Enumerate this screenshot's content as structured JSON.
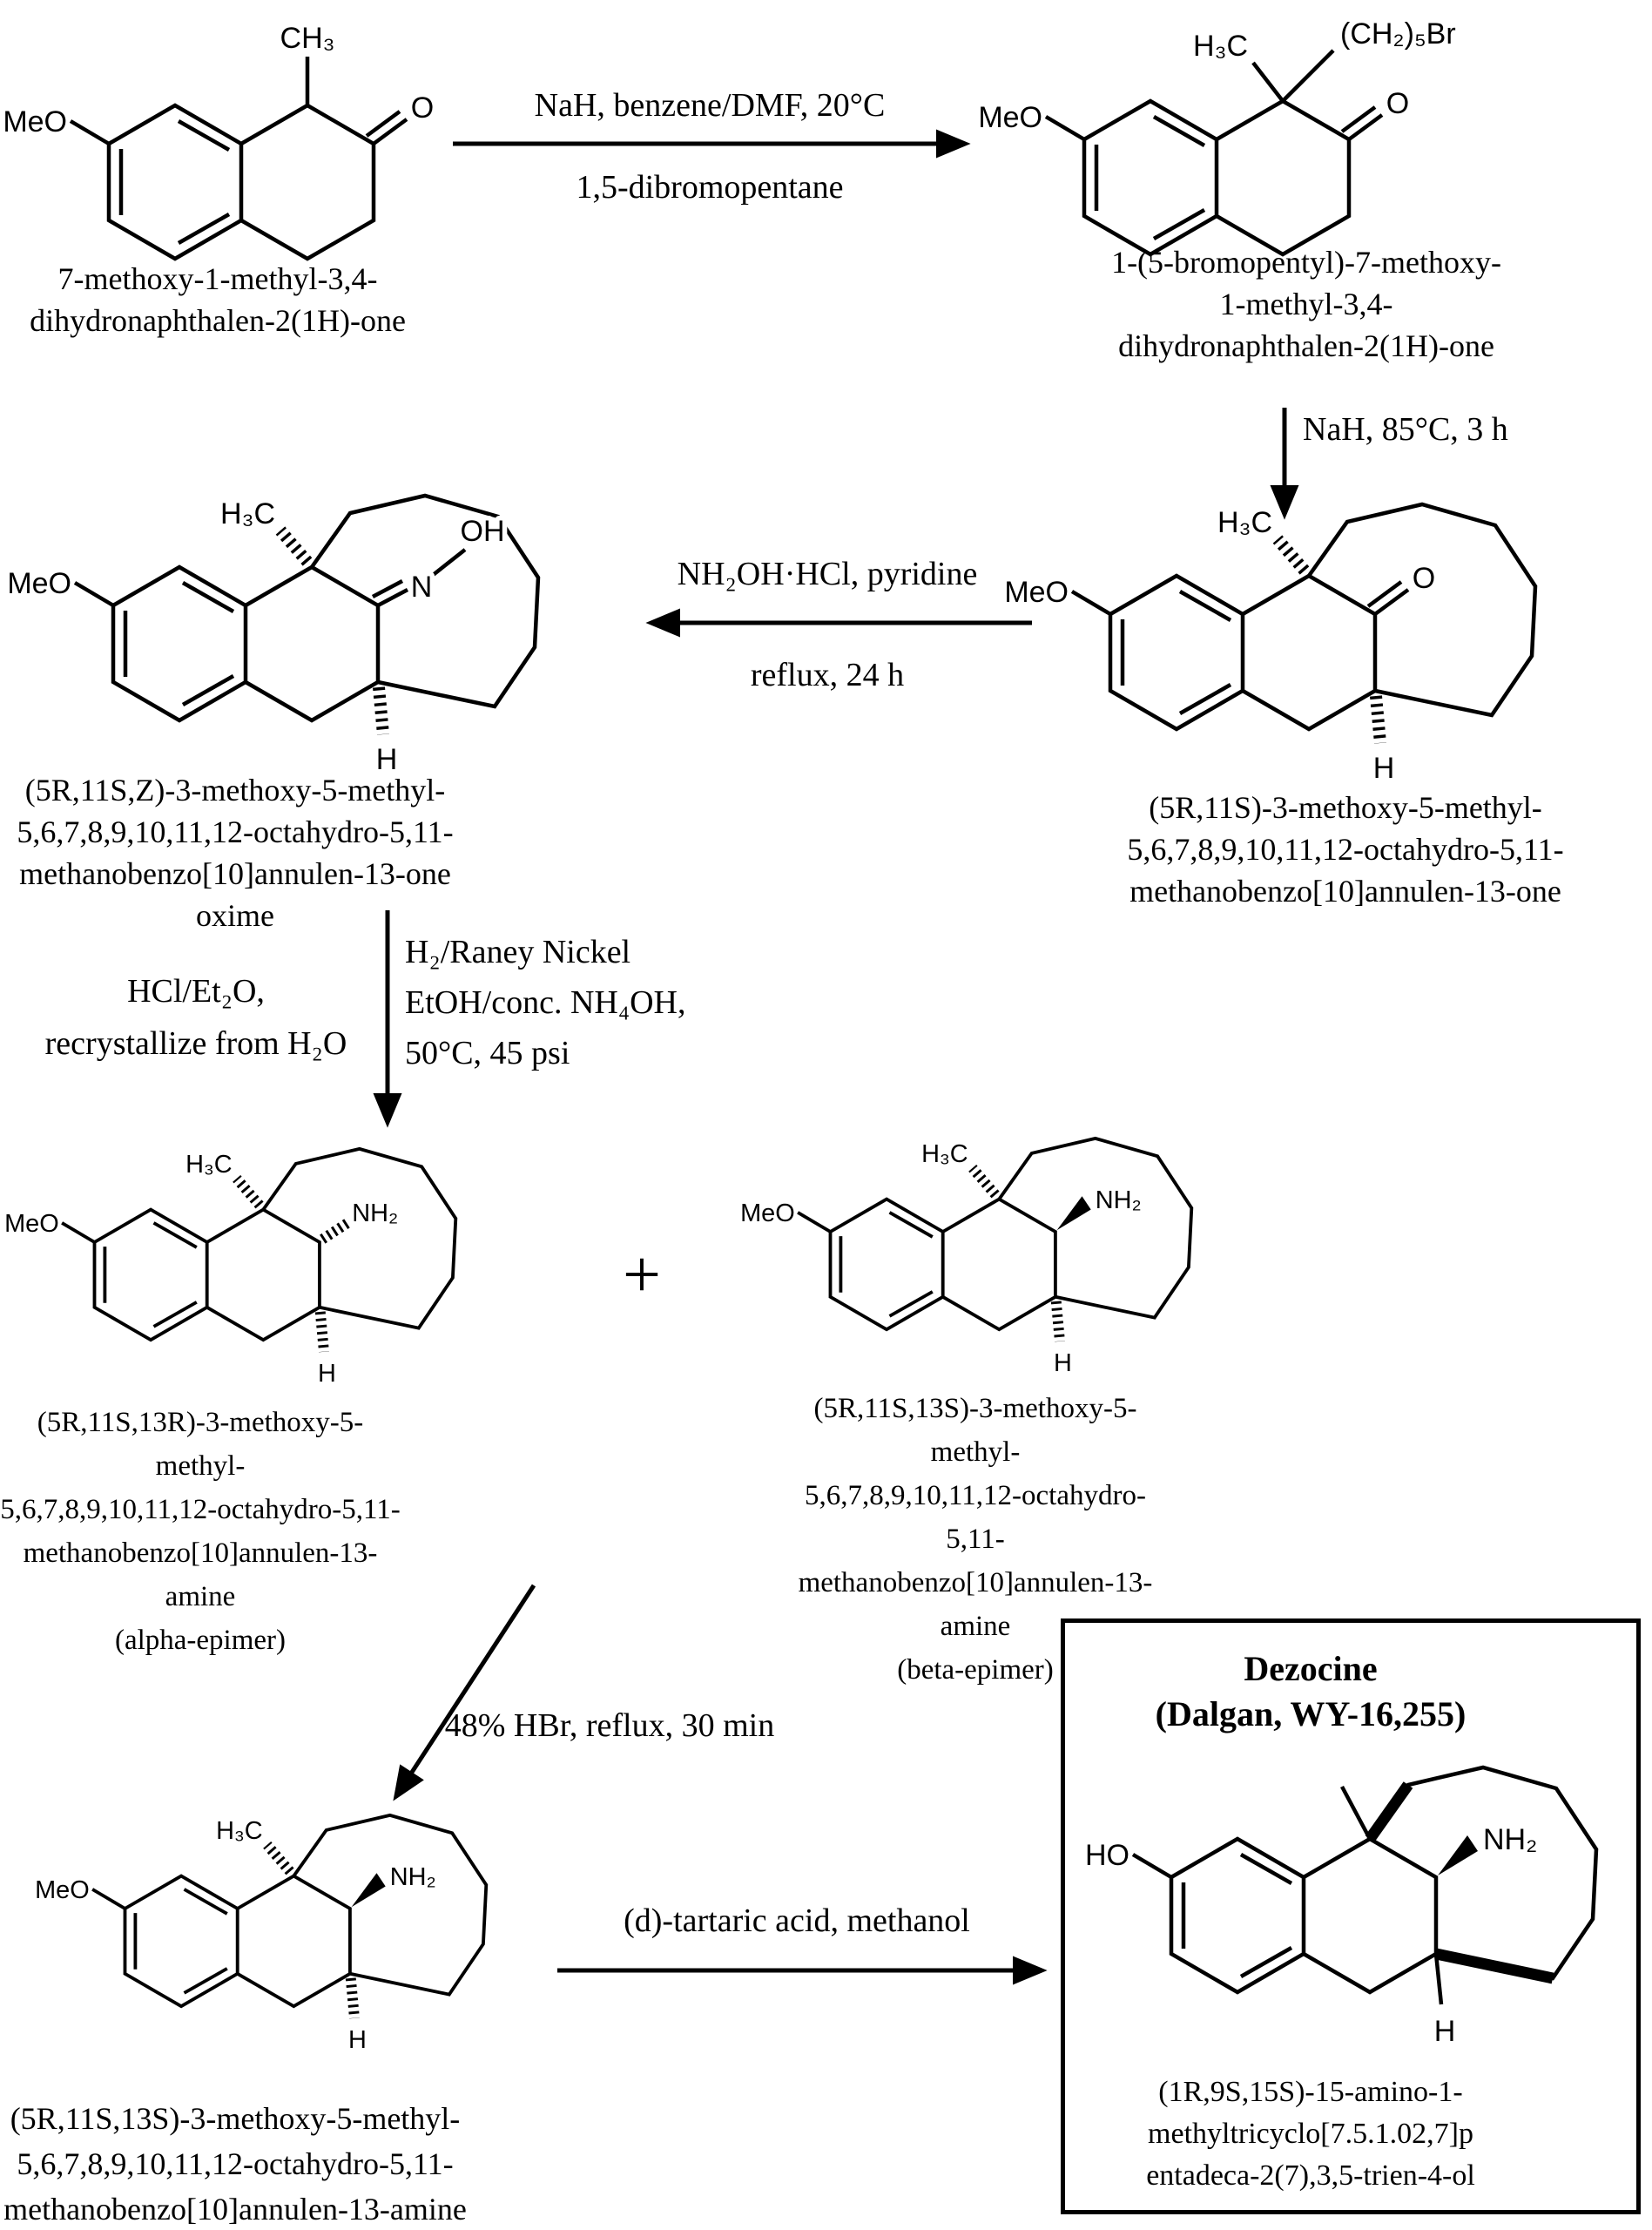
{
  "background": "#ffffff",
  "ink": "#000000",
  "plus_sign": "+",
  "compounds": {
    "c1": {
      "name_lines": [
        "7-methoxy-1-methyl-3,4-",
        "dihydronaphthalen-2(1H)-one"
      ]
    },
    "c2": {
      "name_lines": [
        "1-(5-bromopentyl)-7-methoxy-",
        "1-methyl-3,4-",
        "dihydronaphthalen-2(1H)-one"
      ]
    },
    "c3": {
      "name_lines": [
        "(5R,11S)-3-methoxy-5-methyl-",
        "5,6,7,8,9,10,11,12-octahydro-5,11-",
        "methanobenzo[10]annulen-13-one"
      ]
    },
    "c4": {
      "name_lines": [
        "(5R,11S,Z)-3-methoxy-5-methyl-",
        "5,6,7,8,9,10,11,12-octahydro-5,11-",
        "methanobenzo[10]annulen-13-one oxime"
      ]
    },
    "c5": {
      "name_lines": [
        "(5R,11S,13R)-3-methoxy-5-methyl-",
        "5,6,7,8,9,10,11,12-octahydro-5,11-",
        "methanobenzo[10]annulen-13-amine",
        "(alpha-epimer)"
      ]
    },
    "c6": {
      "name_lines": [
        "(5R,11S,13S)-3-methoxy-5-methyl-",
        "5,6,7,8,9,10,11,12-octahydro-5,11-",
        "methanobenzo[10]annulen-13-amine",
        "(beta-epimer)"
      ]
    },
    "c7": {
      "name_lines": [
        "(5R,11S,13S)-3-methoxy-5-methyl-",
        "5,6,7,8,9,10,11,12-octahydro-5,11-",
        "methanobenzo[10]annulen-13-amine"
      ]
    },
    "c8": {
      "title": "Dezocine",
      "subtitle": "(Dalgan, WY-16,255)",
      "name_lines": [
        "(1R,9S,15S)-15-amino-1-",
        "methyltricyclo[7.5.1.02,7]p",
        "entadeca-2(7),3,5-trien-4-ol"
      ]
    }
  },
  "atoms": {
    "s1": {
      "meo": "MeO",
      "ch3": "CH₃",
      "o": "O"
    },
    "s2": {
      "meo": "MeO",
      "h3c": "H₃C",
      "chain": "(CH₂)₅Br",
      "o": "O"
    },
    "s3": {
      "meo": "MeO",
      "h3c": "H₃C",
      "o": "O",
      "h": "H"
    },
    "s4": {
      "meo": "MeO",
      "h3c": "H₃C",
      "n": "N",
      "oh": "OH",
      "h": "H"
    },
    "s5": {
      "meo": "MeO",
      "h3c": "H₃C",
      "nh2": "NH₂",
      "h": "H"
    },
    "s6": {
      "meo": "MeO",
      "h3c": "H₃C",
      "nh2": "NH₂",
      "h": "H"
    },
    "s7": {
      "meo": "MeO",
      "h3c": "H₃C",
      "nh2": "NH₂",
      "h": "H"
    },
    "s8": {
      "ho": "HO",
      "nh2": "NH₂",
      "h": "H"
    }
  },
  "conditions": {
    "step1": {
      "above": "NaH, benzene/DMF, 20°C",
      "below": "1,5-dibromopentane"
    },
    "step2": {
      "label": "NaH, 85°C, 3 h"
    },
    "step3": {
      "above": "NH₂OH·HCl, pyridine",
      "below": "reflux, 24 h"
    },
    "step4": {
      "left_lines": [
        "HCl/Et₂O,",
        "recrystallize from H₂O"
      ],
      "right_lines": [
        "H₂/Raney Nickel",
        "EtOH/conc. NH₄OH,",
        "50°C, 45 psi"
      ]
    },
    "step5": {
      "label": "48% HBr, reflux, 30 min"
    },
    "step6": {
      "label": "(d)-tartaric acid, methanol"
    }
  }
}
